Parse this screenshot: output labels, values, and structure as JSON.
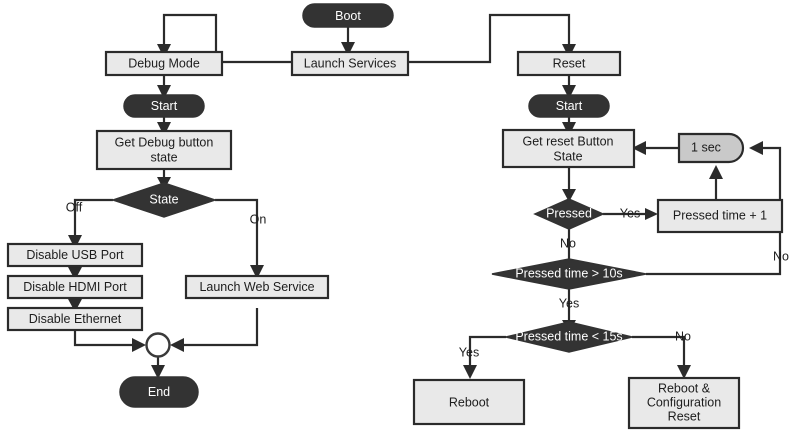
{
  "diagram": {
    "title": "Boot / Debug Mode / Reset button flowchart",
    "colors": {
      "process_fill": "#e9e9e9",
      "process_stroke": "#2b2b2b",
      "terminator_fill": "#333333",
      "decision_fill": "#333333",
      "delay_fill": "#c9c9c9",
      "merge_fill": "#ffffff",
      "text_on_light": "#1d1d1d",
      "text_on_dark": "#ffffff",
      "edge": "#2b2b2b"
    },
    "nodes": {
      "boot": {
        "label": "Boot",
        "shape": "terminator"
      },
      "launch_services": {
        "label": "Launch Services",
        "shape": "process"
      },
      "debug_mode": {
        "label": "Debug Mode",
        "shape": "process"
      },
      "debug_start": {
        "label": "Start",
        "shape": "terminator"
      },
      "get_debug_button_state_line1": {
        "label": "Get Debug button",
        "shape": "process"
      },
      "get_debug_button_state_line2": {
        "label": "state",
        "shape": "process"
      },
      "state_decision": {
        "label": "State",
        "shape": "decision"
      },
      "disable_usb": {
        "label": "Disable USB Port",
        "shape": "process"
      },
      "disable_hdmi": {
        "label": "Disable HDMI Port",
        "shape": "process"
      },
      "disable_ethernet": {
        "label": "Disable Ethernet",
        "shape": "process"
      },
      "launch_web_service": {
        "label": "Launch Web Service",
        "shape": "process"
      },
      "merge_point": {
        "label": "",
        "shape": "connector"
      },
      "end": {
        "label": "End",
        "shape": "terminator"
      },
      "reset": {
        "label": "Reset",
        "shape": "process"
      },
      "reset_start": {
        "label": "Start",
        "shape": "terminator"
      },
      "get_reset_button_state_line1": {
        "label": "Get reset Button",
        "shape": "process"
      },
      "get_reset_button_state_line2": {
        "label": "State",
        "shape": "process"
      },
      "one_sec": {
        "label": "1 sec",
        "shape": "delay"
      },
      "pressed_decision": {
        "label": "Pressed",
        "shape": "decision"
      },
      "pressed_time_plus_one": {
        "label": "Pressed time + 1",
        "shape": "process"
      },
      "pressed_gt_10s": {
        "label": "Pressed time > 10s",
        "shape": "decision"
      },
      "pressed_lt_15s": {
        "label": "Pressed time < 15s",
        "shape": "decision"
      },
      "reboot": {
        "label": "Reboot",
        "shape": "process"
      },
      "reboot_config_reset_line1": {
        "label": "Reboot &",
        "shape": "process"
      },
      "reboot_config_reset_line2": {
        "label": "Configuration",
        "shape": "process"
      },
      "reboot_config_reset_line3": {
        "label": "Reset",
        "shape": "process"
      }
    },
    "edge_labels": {
      "state_off": "Off",
      "state_on": "On",
      "pressed_yes": "Yes",
      "pressed_no": "No",
      "gt10s_yes": "Yes",
      "gt10s_no": "No",
      "lt15s_yes": "Yes",
      "lt15s_no": "No"
    }
  }
}
